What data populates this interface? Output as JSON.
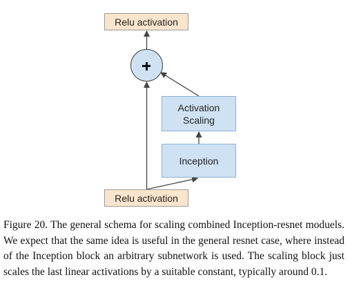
{
  "diagram": {
    "relu_top_label": "Relu activation",
    "add_node_symbol": "plus-icon",
    "scaling_label": "Activation\nScaling",
    "inception_label": "Inception",
    "relu_bottom_label": "Relu activation"
  },
  "caption": "Figure 20. The general schema for scaling combined Inception-resnet moduels. We expect that the same idea is useful in the general resnet case, where instead of the Inception block an arbitrary subnetwork is used. The scaling block just scales the last linear activations by a suitable constant, typically around 0.1.",
  "colors": {
    "relu_fill": "#fce5cd",
    "block_fill": "#cfe2f3",
    "arrow": "#444444"
  }
}
